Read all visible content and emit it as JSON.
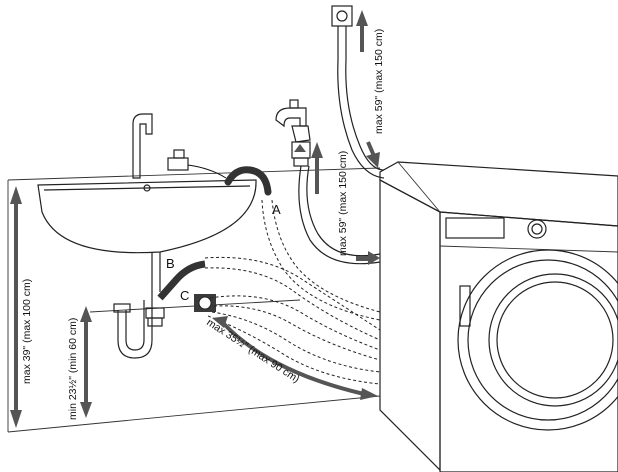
{
  "labels": {
    "left_height": "max 39\" (max 100 cm)",
    "siphon_height": "min 23½\" (min 60 cm)",
    "floor_distance": "max 35½\" (max 90 cm)",
    "tap_height": "max 59\" (max 150 cm)",
    "wall_socket_height": "max 59\" (max 150 cm)"
  },
  "letters": {
    "a": "A",
    "b": "B",
    "c": "C"
  },
  "colors": {
    "arrow": "#555555",
    "drain_box": "#3a3a3a",
    "line": "#222222"
  }
}
